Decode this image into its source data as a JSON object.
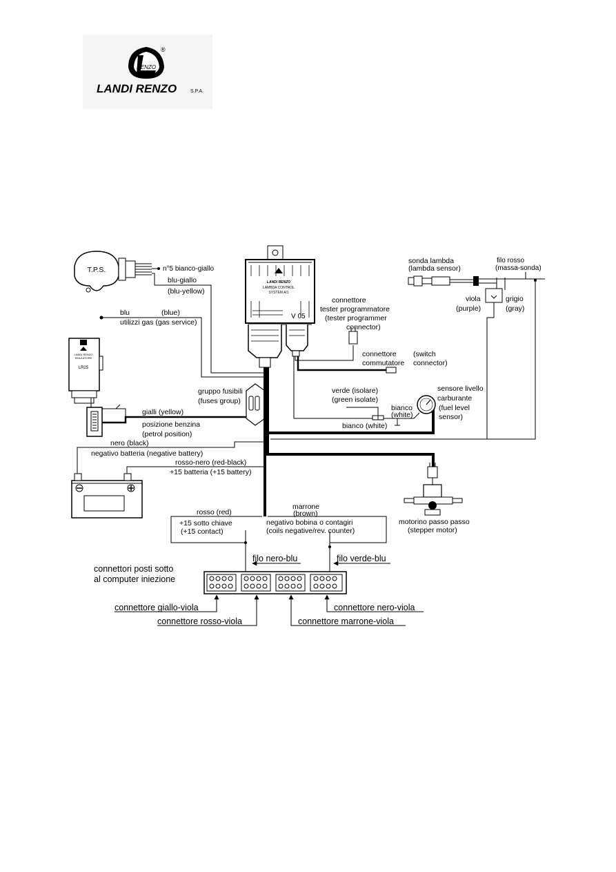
{
  "logo": {
    "monogram": "RENZO",
    "wordmark": "LANDI RENZO",
    "suffix": "S.P.A.",
    "registered": "®"
  },
  "ecu": {
    "brand": "LANDI RENZO",
    "line1": "LAMBDA CONTROL",
    "line2": "SYSTEM A/1",
    "version": "V 05"
  },
  "emulator": {
    "brand": "LANDI RENZO",
    "line1": "EMULATORE",
    "model": "LR25"
  },
  "tps": {
    "label": "T.P.S."
  },
  "labels": {
    "n5": "n°5 bianco-giallo",
    "blu_giallo": "blu-giallo",
    "blu_yellow": "(blu-yellow)",
    "blu": "blu",
    "blue": "(blue)",
    "utilizzi_gas": "utilizzi gas (gas service)",
    "tester_1": "connettore",
    "tester_2": "tester programmatore",
    "tester_3": "(tester programmer",
    "tester_4": "connector)",
    "commutatore_1": "connettore",
    "commutatore_2": "commutatore",
    "switch_1": "(switch",
    "switch_2": "connector)",
    "sonda_1": "sonda lambda",
    "sonda_2": "(lambda sensor)",
    "filo_rosso_1": "filo rosso",
    "filo_rosso_2": "(massa-sonda)",
    "viola": "viola",
    "purple": "(purple)",
    "grigio": "grigio",
    "gray": "(gray)",
    "fusibili_1": "gruppo fusibili",
    "fusibili_2": "(fuses group)",
    "verde_1": "verde (isolare)",
    "verde_2": "(green isolate)",
    "livello_1": "sensore livello",
    "livello_2": "carburante",
    "livello_3": "(fuel level",
    "livello_4": "sensor)",
    "bianco_1": "bianco",
    "bianco_2": "(white)",
    "bianco_white": "bianco (white)",
    "gialli": "gialli (yellow)",
    "posizione_1": "posizione benzina",
    "posizione_2": "(petrol position)",
    "nero": "nero (black)",
    "neg_batt": "negativo batteria (negative battery)",
    "rosso_nero": "rosso-nero (red-black)",
    "pos_batt": "+15 batteria (+15 battery)",
    "motorino_1": "motorino passo passo",
    "motorino_2": "(stepper motor)",
    "rosso_red": "rosso (red)",
    "sotto_chiave": "+15 sotto chiave",
    "contact": "(+15 contact)",
    "marrone": "marrone",
    "brown": "(brown)",
    "neg_bobina": "negativo bobina o contagiri",
    "coils": "(coils negative/rev. counter)",
    "filo_nero_blu": "filo nero-blu",
    "filo_verde_blu": "filo verde-blu",
    "connettori_1": "connettori posti sotto",
    "connettori_2": "al computer iniezione",
    "conn_giallo_viola": "connettore giallo-viola",
    "conn_rosso_viola": "connettore rosso-viola",
    "conn_marrone_viola": "connettore marrone-viola",
    "conn_nero_viola": "connettore nero-viola"
  }
}
